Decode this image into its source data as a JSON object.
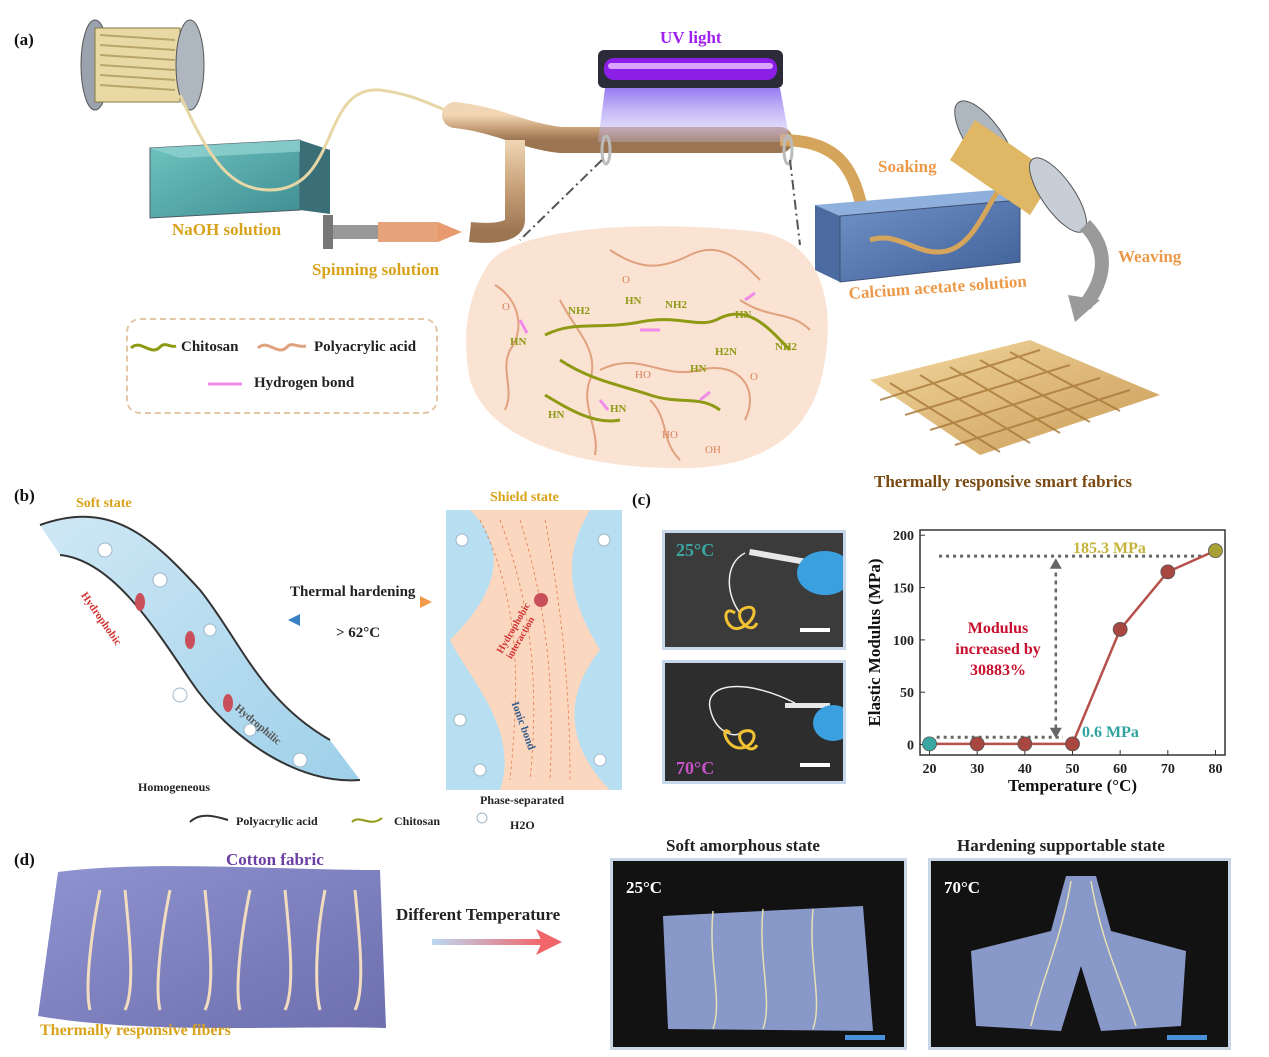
{
  "panels": {
    "a": "(a)",
    "b": "(b)",
    "c": "(c)",
    "d": "(d)"
  },
  "panel_a": {
    "uv_light": "UV light",
    "naoh": "NaOH solution",
    "spinning": "Spinning solution",
    "soaking": "Soaking",
    "weaving": "Weaving",
    "calcium": "Calcium acetate solution",
    "fabric_caption": "Thermally responsive smart fabrics",
    "legend": {
      "chitosan": "Chitosan",
      "paa": "Polyacrylic acid",
      "hbond": "Hydrogen bond"
    },
    "chem": {
      "nh2": "NH2",
      "hn": "HN",
      "h2n": "H2N",
      "o": "O",
      "oh": "OH",
      "ho": "HO"
    }
  },
  "panel_b": {
    "soft_state": "Soft state",
    "shield_state": "Shield state",
    "thermal": "Thermal hardening",
    "temp": "> 62°C",
    "hydrophobic": "Hydrophobic",
    "hydrophilic": "Hydrophilic",
    "hydrophobic_interaction": "Hydrophobic interaction",
    "ionic_bond": "Ionic bond",
    "homogeneous": "Homogeneous",
    "phase_separated": "Phase-separated",
    "legend": {
      "paa": "Polyacrylic acid",
      "chitosan": "Chitosan",
      "water": "H2O"
    }
  },
  "panel_c": {
    "photo_top_temp": "25°C",
    "photo_bottom_temp": "70°C",
    "annotation_max": "185.3 MPa",
    "annotation_min": "0.6 MPa",
    "annotation_increase": [
      "Modulus",
      "increased by",
      "30883%"
    ],
    "colors": {
      "line": "#b5504a",
      "low_point": "#3aa7a3",
      "high_point": "#a8a035",
      "mid_point": "#a8473f"
    }
  },
  "chart_data": {
    "type": "line",
    "title": "",
    "xlabel": "Temperature (°C)",
    "ylabel": "Elastic Modulus (MPa)",
    "x": [
      20,
      30,
      40,
      50,
      60,
      70,
      80
    ],
    "y": [
      0.6,
      0.6,
      0.6,
      0.6,
      110,
      165,
      185.3
    ],
    "xlim": [
      18,
      82
    ],
    "ylim": [
      -10,
      205
    ],
    "xticks": [
      20,
      30,
      40,
      50,
      60,
      70,
      80
    ],
    "yticks": [
      0,
      50,
      100,
      150,
      200
    ],
    "grid": false,
    "legend": "none"
  },
  "panel_d": {
    "cotton": "Cotton fabric",
    "fibers": "Thermally responsive fibers",
    "diff_temp": "Different Temperature",
    "soft_title": "Soft amorphous state",
    "hard_title": "Hardening supportable state",
    "soft_temp": "25°C",
    "hard_temp": "70°C"
  }
}
